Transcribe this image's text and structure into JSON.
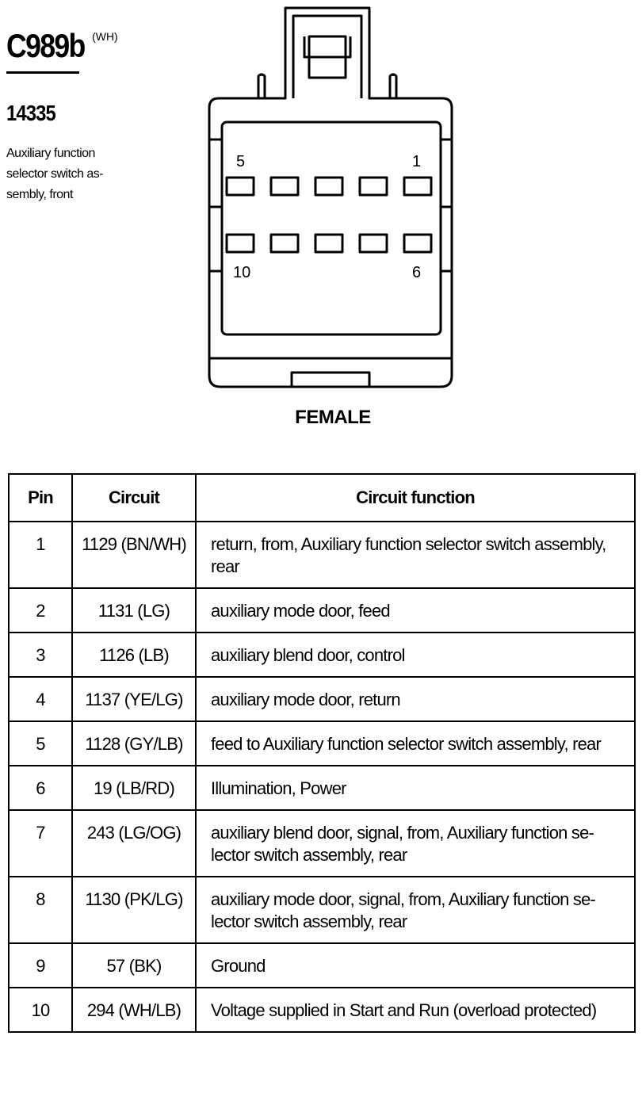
{
  "connector": {
    "id": "C989b",
    "color_code": "(WH)",
    "part_number": "14335",
    "description": "Auxiliary function selector switch as-sembly, front",
    "gender": "FEMALE",
    "pin_labels": {
      "top_left": "5",
      "top_right": "1",
      "bottom_left": "10",
      "bottom_right": "6"
    }
  },
  "table": {
    "headers": [
      "Pin",
      "Circuit",
      "Circuit function"
    ],
    "rows": [
      {
        "pin": "1",
        "circuit": "1129 (BN/WH)",
        "function": "return, from, Auxiliary function selector switch assembly, rear"
      },
      {
        "pin": "2",
        "circuit": "1131 (LG)",
        "function": "auxiliary mode door, feed"
      },
      {
        "pin": "3",
        "circuit": "1126 (LB)",
        "function": "auxiliary blend door, control"
      },
      {
        "pin": "4",
        "circuit": "1137 (YE/LG)",
        "function": "auxiliary mode door, return"
      },
      {
        "pin": "5",
        "circuit": "1128 (GY/LB)",
        "function": "feed to Auxiliary function selector switch assembly, rear"
      },
      {
        "pin": "6",
        "circuit": "19 (LB/RD)",
        "function": "Illumination, Power"
      },
      {
        "pin": "7",
        "circuit": "243 (LG/OG)",
        "function": "auxiliary blend door, signal, from, Auxiliary function se-lector switch assembly, rear"
      },
      {
        "pin": "8",
        "circuit": "1130 (PK/LG)",
        "function": "auxiliary mode door, signal, from, Auxiliary function se-lector switch assembly, rear"
      },
      {
        "pin": "9",
        "circuit": "57 (BK)",
        "function": "Ground"
      },
      {
        "pin": "10",
        "circuit": "294 (WH/LB)",
        "function": "Voltage supplied in Start and Run (overload protected)"
      }
    ]
  }
}
